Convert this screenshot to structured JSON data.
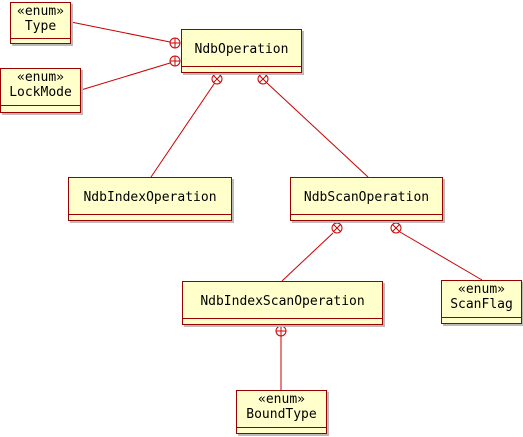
{
  "colors": {
    "line": "#cc0000",
    "box_fill": "#ffffcc",
    "box_border": "#990000",
    "shadow": "#bbbbbb"
  },
  "classes": {
    "type": {
      "stereotype": "«enum»",
      "name": "Type"
    },
    "lockmode": {
      "stereotype": "«enum»",
      "name": "LockMode"
    },
    "ndboperation": {
      "name": "NdbOperation"
    },
    "ndbindexoperation": {
      "name": "NdbIndexOperation"
    },
    "ndbscanoperation": {
      "name": "NdbScanOperation"
    },
    "ndbindexscanoperation": {
      "name": "NdbIndexScanOperation"
    },
    "scanflag": {
      "stereotype": "«enum»",
      "name": "ScanFlag"
    },
    "boundtype": {
      "stereotype": "«enum»",
      "name": "BoundType"
    }
  },
  "relations": [
    {
      "from": "ndboperation",
      "to": "type",
      "kind": "nesting"
    },
    {
      "from": "ndboperation",
      "to": "lockmode",
      "kind": "nesting"
    },
    {
      "from": "ndboperation",
      "to": "ndbindexoperation",
      "kind": "nesting"
    },
    {
      "from": "ndboperation",
      "to": "ndbscanoperation",
      "kind": "nesting"
    },
    {
      "from": "ndbscanoperation",
      "to": "ndbindexscanoperation",
      "kind": "nesting"
    },
    {
      "from": "ndbscanoperation",
      "to": "scanflag",
      "kind": "nesting"
    },
    {
      "from": "ndbindexscanoperation",
      "to": "boundtype",
      "kind": "nesting"
    }
  ]
}
